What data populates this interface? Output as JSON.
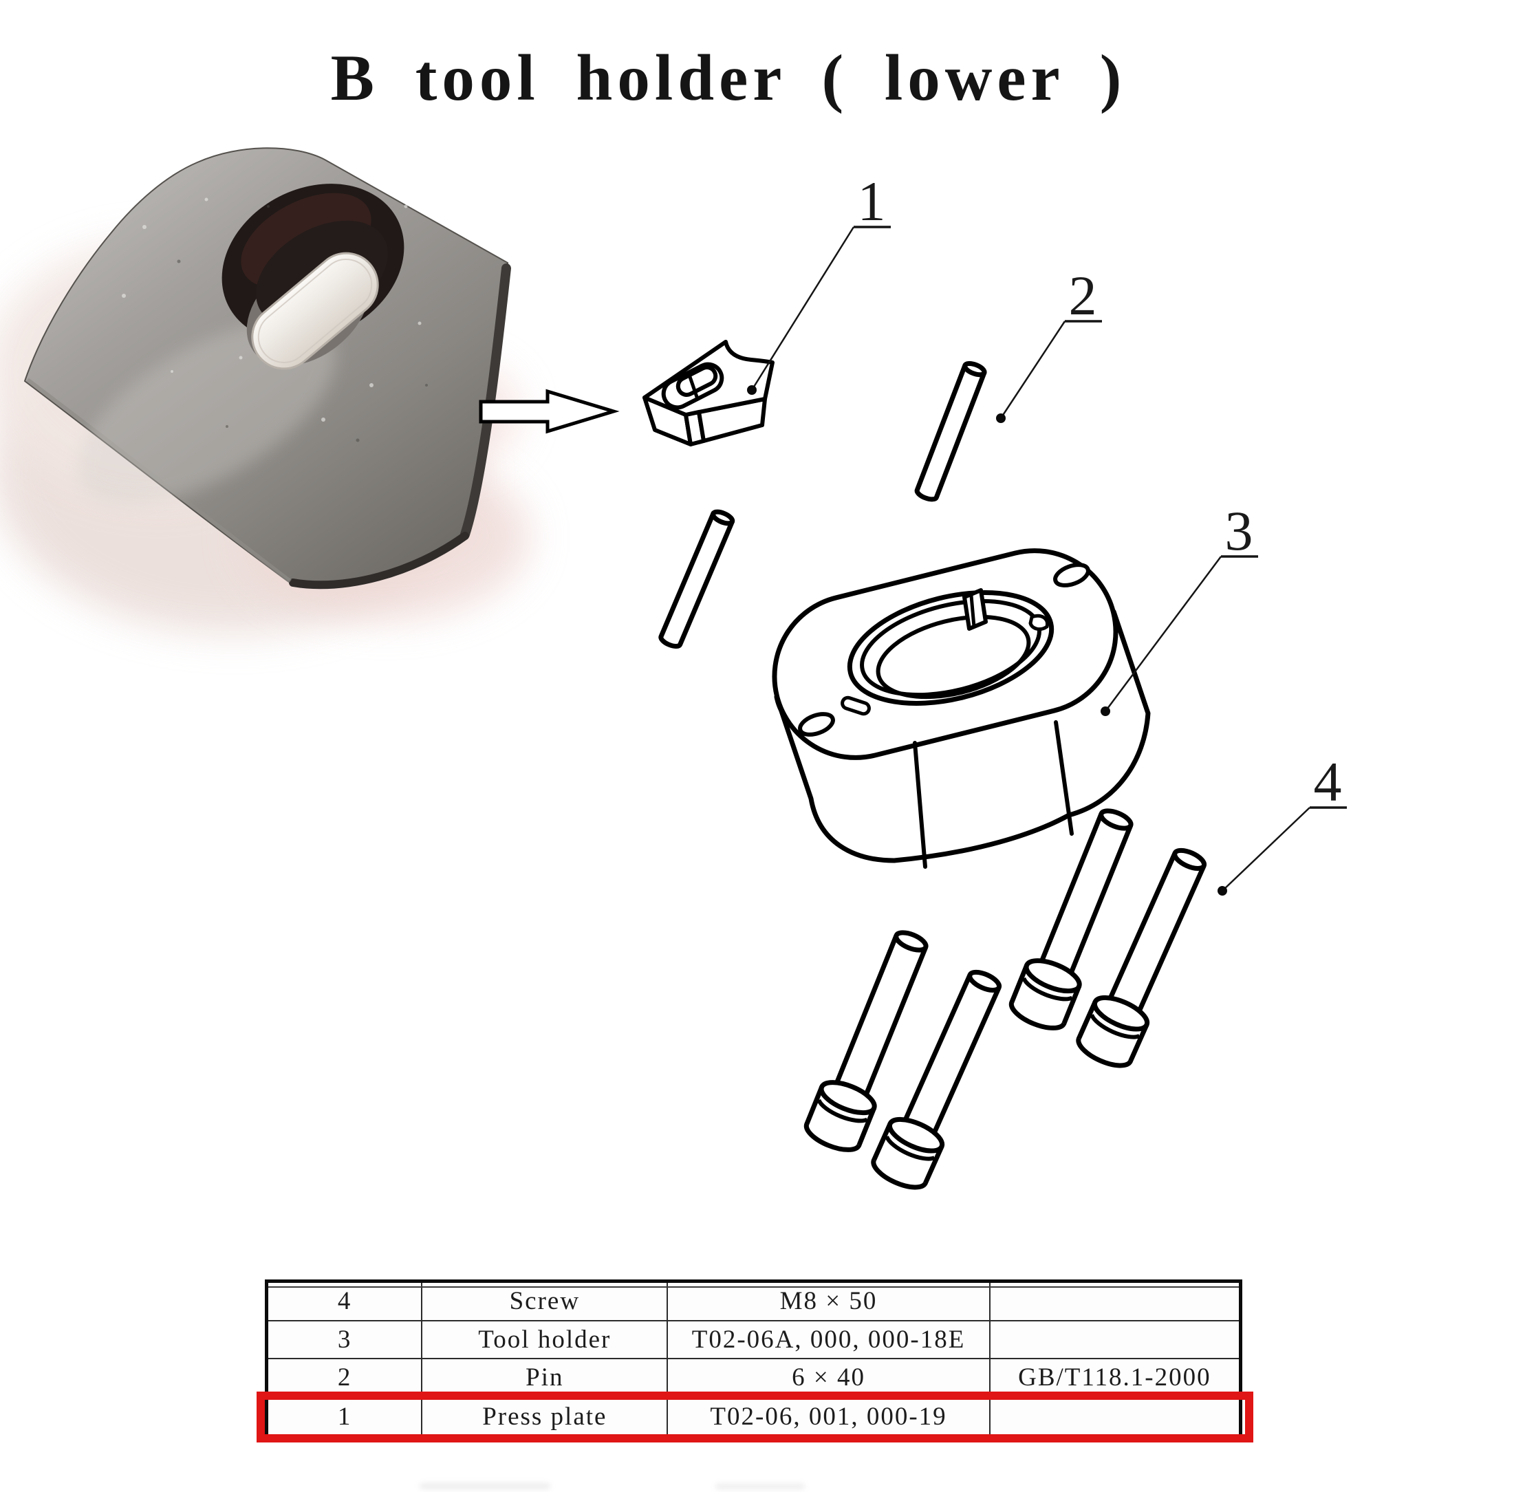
{
  "title": "B tool holder ( lower )",
  "diagram": {
    "callouts": [
      {
        "label": "1",
        "points_to": "Press plate"
      },
      {
        "label": "2",
        "points_to": "Pin"
      },
      {
        "label": "3",
        "points_to": "Tool holder"
      },
      {
        "label": "4",
        "points_to": "Screw"
      }
    ],
    "figures": {
      "photo": "press-plate-photo",
      "arrow_icon": "right-arrow-icon",
      "drawings": [
        "press-plate-drawing",
        "pin-drawing",
        "tool-holder-drawing",
        "screw-drawing"
      ]
    }
  },
  "table": {
    "columns": [
      "qty",
      "name",
      "spec",
      "standard"
    ],
    "rows": [
      {
        "qty": "4",
        "name": "Screw",
        "spec": "M8 × 50",
        "standard": ""
      },
      {
        "qty": "3",
        "name": "Tool holder",
        "spec": "T02-06A, 000, 000-18E",
        "standard": ""
      },
      {
        "qty": "2",
        "name": "Pin",
        "spec": "6 × 40",
        "standard": "GB/T118.1-2000"
      },
      {
        "qty": "1",
        "name": "Press plate",
        "spec": "T02-06, 001, 000-19",
        "standard": ""
      }
    ],
    "highlighted_row": "1"
  },
  "colors": {
    "highlight": "#e01515",
    "line": "#000000",
    "background": "#ffffff"
  }
}
